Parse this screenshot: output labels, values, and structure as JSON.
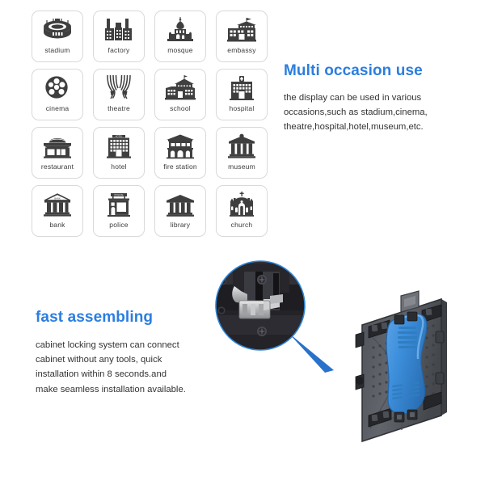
{
  "page": {
    "background_color": "#ffffff",
    "accent_blue": "#2b7ee0",
    "body_text_color": "#333333",
    "tile_border_color": "#d9d9d9",
    "icon_color": "#3f3f3f"
  },
  "icon_grid": {
    "columns": 4,
    "rows": 4,
    "tiles": [
      {
        "label": "stadium",
        "icon": "stadium-icon"
      },
      {
        "label": "factory",
        "icon": "factory-icon"
      },
      {
        "label": "mosque",
        "icon": "mosque-icon"
      },
      {
        "label": "embassy",
        "icon": "embassy-icon"
      },
      {
        "label": "cinema",
        "icon": "film-reel-icon"
      },
      {
        "label": "theatre",
        "icon": "stage-curtains-icon"
      },
      {
        "label": "school",
        "icon": "school-building-icon"
      },
      {
        "label": "hospital",
        "icon": "hospital-icon"
      },
      {
        "label": "restaurant",
        "icon": "restaurant-icon"
      },
      {
        "label": "hotel",
        "icon": "hotel-icon"
      },
      {
        "label": "fire station",
        "icon": "fire-station-icon"
      },
      {
        "label": "museum",
        "icon": "museum-icon"
      },
      {
        "label": "bank",
        "icon": "bank-icon"
      },
      {
        "label": "police",
        "icon": "police-station-icon"
      },
      {
        "label": "library",
        "icon": "library-icon"
      },
      {
        "label": "church",
        "icon": "church-icon"
      }
    ]
  },
  "occasion": {
    "heading": "Multi occasion use",
    "body_line1": "the display can be used in various",
    "body_line2": "occasions,such as stadium,cinema,",
    "body_line3": "theatre,hospital,hotel,museum,etc."
  },
  "assembly": {
    "heading": "fast assembling",
    "body_line1": "cabinet locking system can connect",
    "body_line2": "cabinet without any tools, quick",
    "body_line3": "installation within 8 seconds.and",
    "body_line4": "make seamless installation available."
  },
  "photo": {
    "callout_label": "locking-mechanism-closeup",
    "callout_ring_color": "#2f86d8",
    "pointer_color": "#2a72c9",
    "product_label": "led-display-cabinet",
    "cabinet_body_color": "#565a5f",
    "cabinet_cover_color": "#3d8fdc"
  }
}
